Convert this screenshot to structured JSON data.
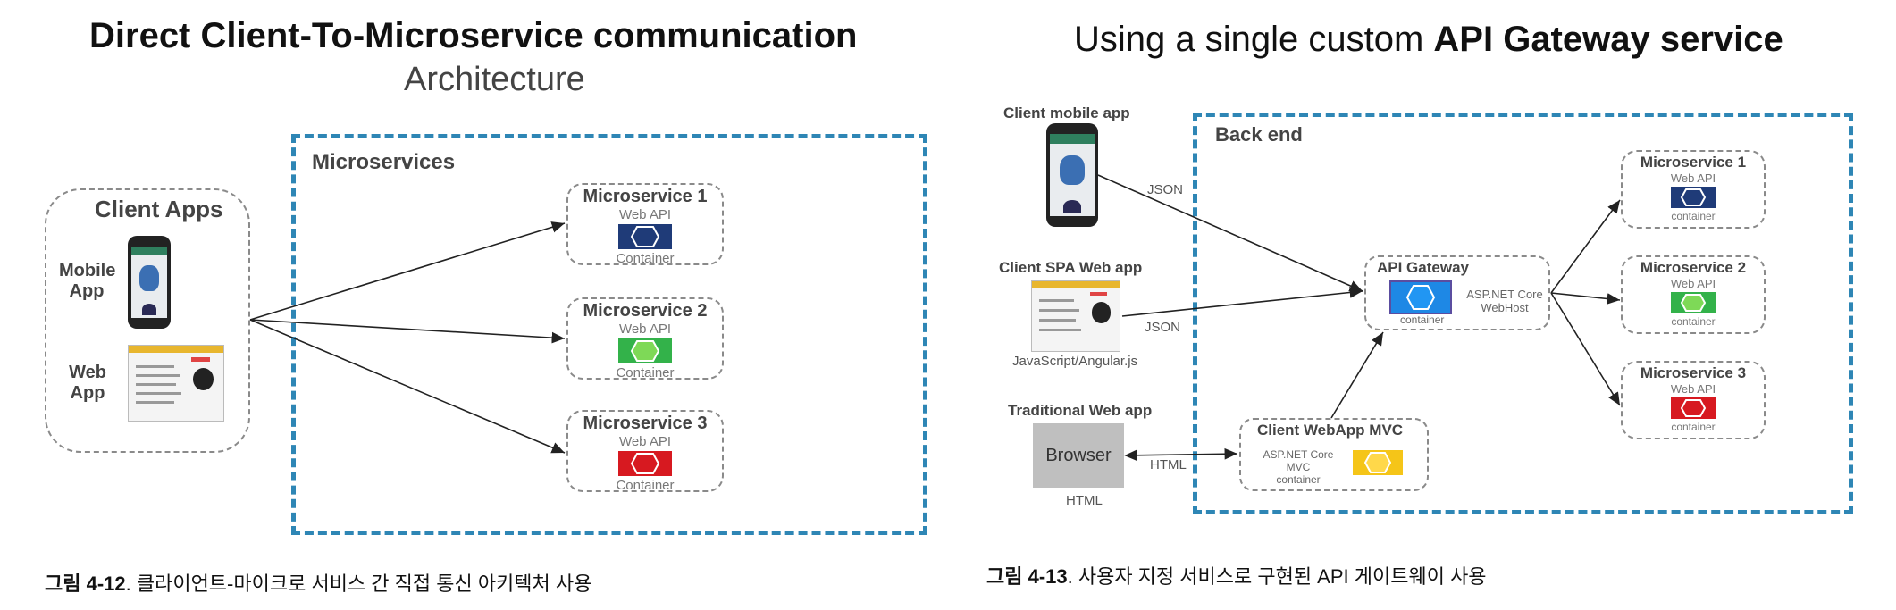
{
  "left": {
    "title": "Direct Client-To-Microservice communication",
    "subtitle": "Architecture",
    "microservices_label": "Microservices",
    "client_apps_label": "Client Apps",
    "mobile_label_1": "Mobile",
    "mobile_label_2": "App",
    "web_label_1": "Web",
    "web_label_2": "App",
    "services": [
      {
        "name": "Microservice 1",
        "api": "Web API",
        "container": "Container",
        "color": "#1f3b78"
      },
      {
        "name": "Microservice 2",
        "api": "Web API",
        "container": "Container",
        "color": "#33b24a"
      },
      {
        "name": "Microservice 3",
        "api": "Web API",
        "container": "Container",
        "color": "#d71920"
      }
    ],
    "caption_bold": "그림 4-12",
    "caption_text": ". 클라이언트-마이크로 서비스 간 직접 통신 아키텍처 사용"
  },
  "right": {
    "title_normal": "Using a single custom ",
    "title_bold": "API Gateway service",
    "backend_label": "Back end",
    "client_mobile": "Client mobile app",
    "client_spa": "Client SPA Web app",
    "spa_tech": "JavaScript/Angular.js",
    "traditional": "Traditional Web app",
    "browser": "Browser",
    "html_below": "HTML",
    "json1": "JSON",
    "json2": "JSON",
    "html_arrow": "HTML",
    "gateway_title": "API Gateway",
    "gateway_container": "container",
    "gateway_tech_1": "ASP.NET Core",
    "gateway_tech_2": "WebHost",
    "mvc_title": "Client WebApp MVC",
    "mvc_tech_1": "ASP.NET Core MVC",
    "mvc_tech_2": "container",
    "services": [
      {
        "name": "Microservice 1",
        "api": "Web API",
        "container": "container",
        "color": "#1f3b78"
      },
      {
        "name": "Microservice 2",
        "api": "Web API",
        "container": "container",
        "color": "#33b24a"
      },
      {
        "name": "Microservice 3",
        "api": "Web API",
        "container": "container",
        "color": "#d71920"
      }
    ],
    "gateway_color": "#1e88e5",
    "mvc_color": "#f5c518",
    "caption_bold": "그림 4-13",
    "caption_text": ". 사용자 지정 서비스로 구현된 API 게이트웨이 사용"
  }
}
